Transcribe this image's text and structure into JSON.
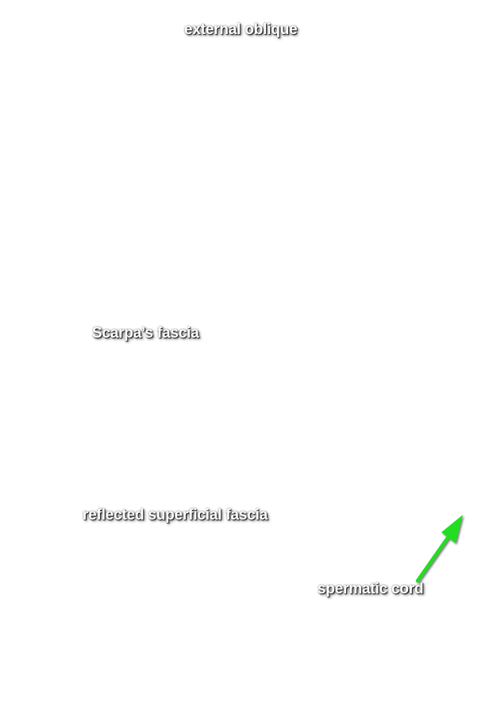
{
  "labels": {
    "external_oblique": "external oblique",
    "scarpas_fascia": "Scarpa’s fascia",
    "reflected_superficial_fascia": "reflected superficial fascia",
    "spermatic_cord": "spermatic cord"
  },
  "colors": {
    "background": "#ffffff",
    "label_text": "#ffffff",
    "arrow": "#22dd22"
  },
  "icons": {
    "pointer": "green-arrow-icon"
  }
}
